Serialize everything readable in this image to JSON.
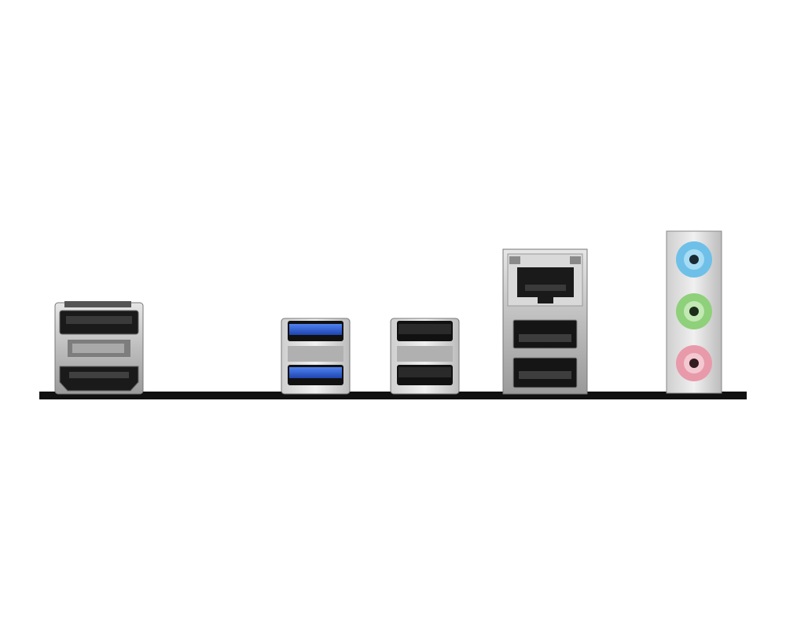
{
  "panel": {
    "board_color": "#111111",
    "metal_color": "#c8c8c8",
    "connectors": [
      {
        "name": "displayport-hdmi-stack",
        "icon": "display-port-icon"
      },
      {
        "name": "usb3-stack",
        "icon": "usb-icon",
        "accent": "#2f5fd0"
      },
      {
        "name": "usb2-stack",
        "icon": "usb-icon",
        "accent": "#1a1a1a"
      },
      {
        "name": "lan-usb-stack",
        "icon": "ethernet-icon"
      },
      {
        "name": "audio-jacks",
        "icon": "audio-jack-icon",
        "jack_colors": [
          "#6ec0e8",
          "#8fd07a",
          "#e89aaa"
        ]
      }
    ]
  }
}
